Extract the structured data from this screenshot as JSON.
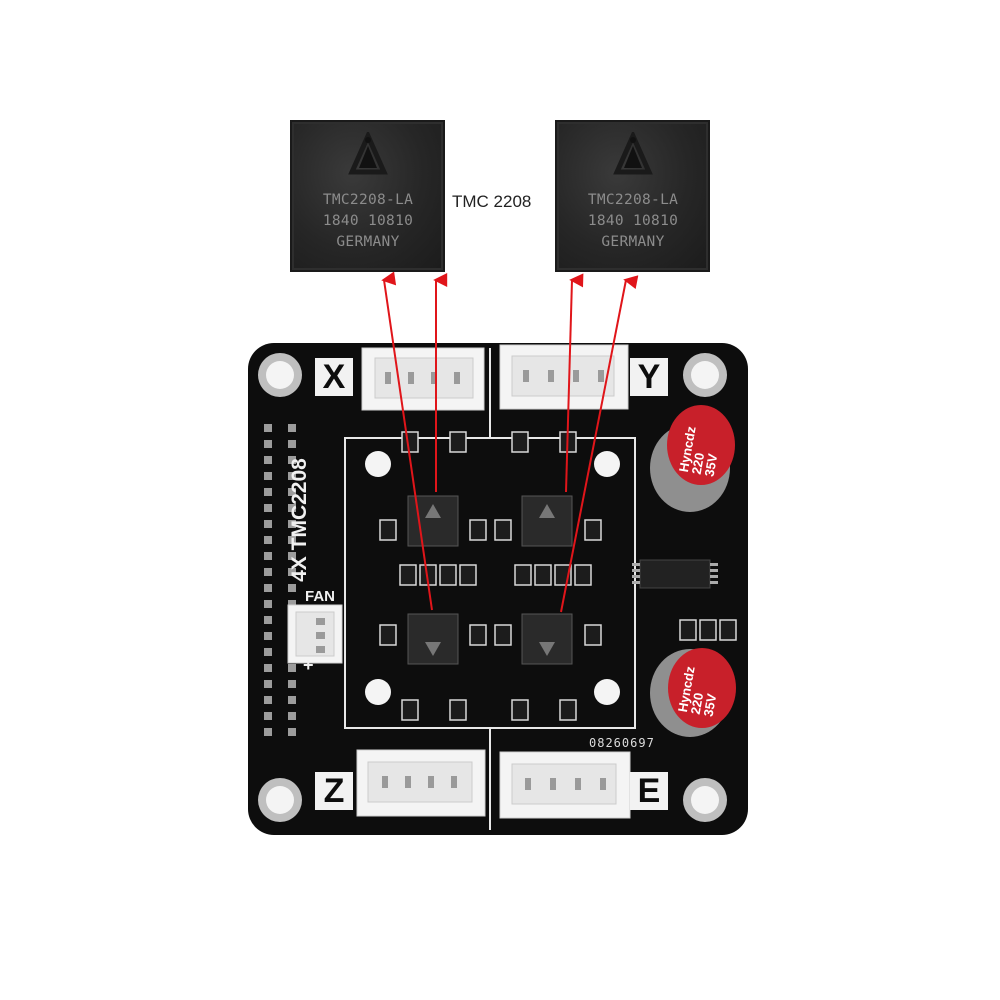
{
  "chips": [
    {
      "lines": [
        "TMC2208-LA",
        "1840 10810",
        "GERMANY"
      ]
    },
    {
      "lines": [
        "TMC2208-LA",
        "1840 10810",
        "GERMANY"
      ]
    }
  ],
  "caption": "TMC 2208",
  "board": {
    "title": "4X TMC2208",
    "axes": {
      "x": "X",
      "y": "Y",
      "z": "Z",
      "e": "E"
    },
    "fan_label": "FAN",
    "fan_polarity": "+",
    "serial": "08260697",
    "capacitors": [
      {
        "brand": "Hyncdz",
        "value": "220",
        "voltage": "35V"
      },
      {
        "brand": "Hyncdz",
        "value": "220",
        "voltage": "35V"
      }
    ]
  },
  "colors": {
    "arrow": "#e0151a",
    "pcb": "#0d0d0d",
    "capacitor": "#c8202a",
    "connector": "#f2f2f2"
  }
}
